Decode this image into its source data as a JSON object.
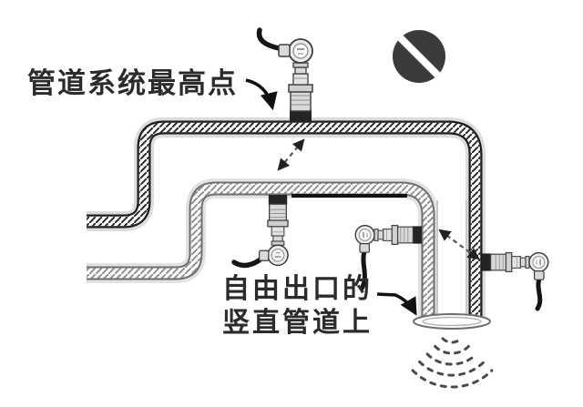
{
  "figure": {
    "type": "technical-diagram",
    "background": "#ffffff",
    "annotations": {
      "highest_point_label": "管道系统最高点",
      "free_outlet_line1": "自由出口的",
      "free_outlet_line2": "竖直管道上"
    },
    "symbols": {
      "prohibition_sign": "no-circle-slash",
      "sensor_count": 4,
      "dashed_position_arrows": 2,
      "leader_arrows": 2,
      "outlet_spray": "dashed-fan"
    },
    "colors": {
      "pipe_outline_dark": "#1c1c1c",
      "pipe_outline_light": "#7a7a7a",
      "prohibition_fill": "#3b3b3b",
      "label_text": "#2b2b2b"
    }
  }
}
